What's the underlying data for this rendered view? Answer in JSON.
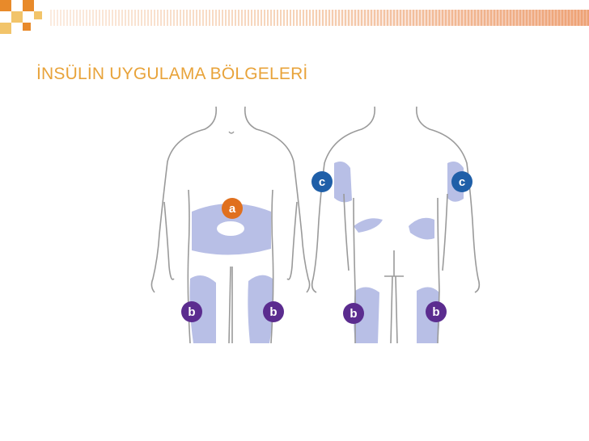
{
  "title": "İNSÜLİN UYGULAMA BÖLGELERİ",
  "colors": {
    "title": "#e8a33a",
    "zone_fill": "#b8bfe6",
    "label_a": "#e0701e",
    "label_b": "#5b2c8f",
    "label_c": "#1f5fa8",
    "body_outline": "#9a9a9a",
    "decor_orange": "#e88a2a",
    "decor_yellow": "#f2c46a"
  },
  "labels": {
    "a": "a",
    "b": "b",
    "c": "c"
  }
}
